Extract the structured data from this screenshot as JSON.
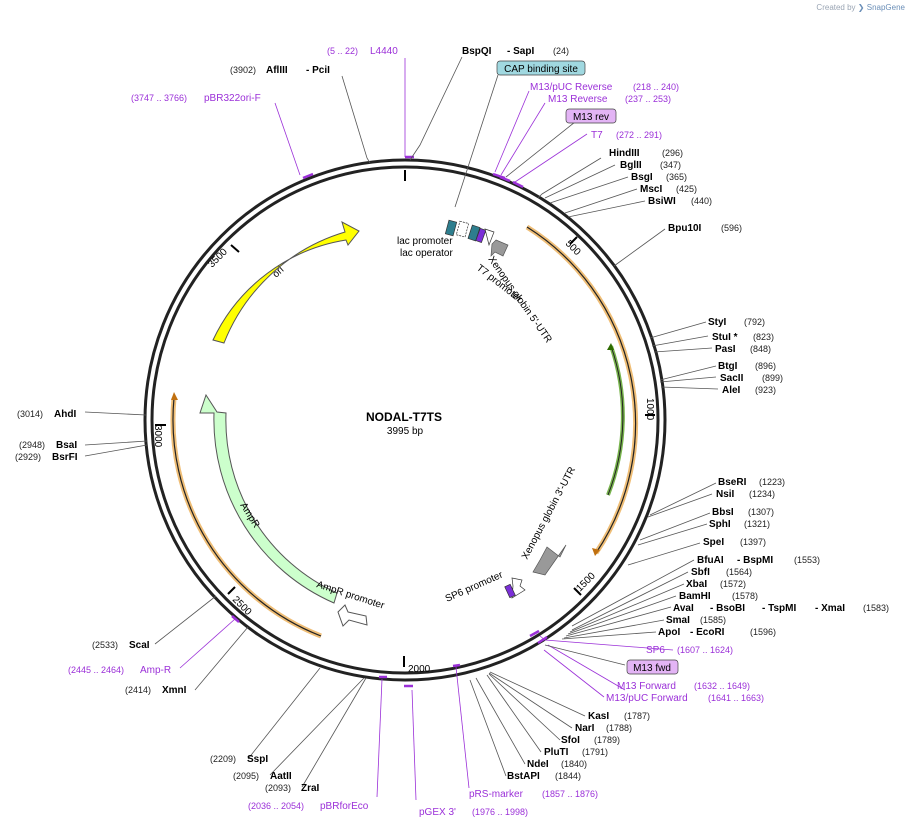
{
  "credit": {
    "prefix": "Created by",
    "brand": "SnapGene"
  },
  "plasmid": {
    "name": "NODAL-T7TS",
    "size": "3995 bp"
  },
  "ticks": [
    "500",
    "1000",
    "1500",
    "2000",
    "2500",
    "3000",
    "3500"
  ],
  "features": {
    "ori": "ori",
    "ampr": "AmpR",
    "ampr_promoter": "AmpR promoter",
    "lac_promoter": "lac promoter",
    "lac_operator": "lac operator",
    "t7_promoter": "T7 promoter",
    "xen5": "Xenopus globin 5'-UTR",
    "xen3": "Xenopus globin 3'-UTR",
    "sp6_promoter": "SP6 promoter"
  },
  "boxes": {
    "cap": "CAP binding site",
    "m13rev": "M13 rev",
    "m13fwd": "M13 fwd"
  },
  "enzymes": {
    "afliii": {
      "name": "AflIII",
      "name2": "PciI",
      "pos": "(3902)"
    },
    "bspqi": {
      "name": "BspQI",
      "name2": "SapI",
      "pos": "(24)"
    },
    "hindiii": {
      "name": "HindIII",
      "pos": "(296)"
    },
    "bglii": {
      "name": "BglII",
      "pos": "(347)"
    },
    "bsgi": {
      "name": "BsgI",
      "pos": "(365)"
    },
    "msci": {
      "name": "MscI",
      "pos": "(425)"
    },
    "bsiwi": {
      "name": "BsiWI",
      "pos": "(440)"
    },
    "bpu10i": {
      "name": "Bpu10I",
      "pos": "(596)"
    },
    "styi": {
      "name": "StyI",
      "pos": "(792)"
    },
    "stui": {
      "name": "StuI *",
      "pos": "(823)"
    },
    "pasi": {
      "name": "PasI",
      "pos": "(848)"
    },
    "btgi": {
      "name": "BtgI",
      "pos": "(896)"
    },
    "sacii": {
      "name": "SacII",
      "pos": "(899)"
    },
    "alei": {
      "name": "AleI",
      "pos": "(923)"
    },
    "bseri": {
      "name": "BseRI",
      "pos": "(1223)"
    },
    "nsii": {
      "name": "NsiI",
      "pos": "(1234)"
    },
    "bbsi": {
      "name": "BbsI",
      "pos": "(1307)"
    },
    "sphi": {
      "name": "SphI",
      "pos": "(1321)"
    },
    "spei": {
      "name": "SpeI",
      "pos": "(1397)"
    },
    "bfuai": {
      "name": "BfuAI",
      "name2": "BspMI",
      "pos": "(1553)"
    },
    "sbfi": {
      "name": "SbfI",
      "pos": "(1564)"
    },
    "xbai": {
      "name": "XbaI",
      "pos": "(1572)"
    },
    "bamhi": {
      "name": "BamHI",
      "pos": "(1578)"
    },
    "avai": {
      "name": "AvaI",
      "name2": "BsoBI",
      "name3": "TspMI",
      "name4": "XmaI",
      "pos": "(1583)"
    },
    "smai": {
      "name": "SmaI",
      "pos": "(1585)"
    },
    "apoi": {
      "name": "ApoI",
      "name2": "EcoRI",
      "pos": "(1596)"
    },
    "kasi": {
      "name": "KasI",
      "pos": "(1787)"
    },
    "nari": {
      "name": "NarI",
      "pos": "(1788)"
    },
    "sfoi": {
      "name": "SfoI",
      "pos": "(1789)"
    },
    "pluti": {
      "name": "PluTI",
      "pos": "(1791)"
    },
    "ndei": {
      "name": "NdeI",
      "pos": "(1840)"
    },
    "bstapi": {
      "name": "BstAPI",
      "pos": "(1844)"
    },
    "zrai": {
      "name": "ZraI",
      "pos": "(2093)"
    },
    "aatii": {
      "name": "AatII",
      "pos": "(2095)"
    },
    "sspi": {
      "name": "SspI",
      "pos": "(2209)"
    },
    "xmni": {
      "name": "XmnI",
      "pos": "(2414)"
    },
    "scai": {
      "name": "ScaI",
      "pos": "(2533)"
    },
    "bsrfi": {
      "name": "BsrFI",
      "pos": "(2929)"
    },
    "bsai": {
      "name": "BsaI",
      "pos": "(2948)"
    },
    "ahdi": {
      "name": "AhdI",
      "pos": "(3014)"
    }
  },
  "primers": {
    "l4440": {
      "name": "L4440",
      "pos": "(5 .. 22)"
    },
    "pbr322": {
      "name": "pBR322ori-F",
      "pos": "(3747 .. 3766)"
    },
    "m13puc_rev": {
      "name": "M13/pUC Reverse",
      "pos": "(218 .. 240)"
    },
    "m13_rev": {
      "name": "M13 Reverse",
      "pos": "(237 .. 253)"
    },
    "t7": {
      "name": "T7",
      "pos": "(272 .. 291)"
    },
    "sp6": {
      "name": "SP6",
      "pos": "(1607 .. 1624)"
    },
    "m13_fwd": {
      "name": "M13 Forward",
      "pos": "(1632 .. 1649)"
    },
    "m13puc_fwd": {
      "name": "M13/pUC Forward",
      "pos": "(1641 .. 1663)"
    },
    "prs": {
      "name": "pRS-marker",
      "pos": "(1857 .. 1876)"
    },
    "pgex": {
      "name": "pGEX 3'",
      "pos": "(1976 .. 1998)"
    },
    "pbrforeco": {
      "name": "pBRforEco",
      "pos": "(2036 .. 2054)"
    },
    "ampr_p": {
      "name": "Amp-R",
      "pos": "(2445 .. 2464)"
    }
  },
  "colors": {
    "backbone": "#222222",
    "ori": "#ffff00",
    "ampr": "#ccffcc",
    "orange": "#e8a33d",
    "green_orf": "#4a9a10",
    "primer": "#9b30d8",
    "cap_box": "#a0d8e0",
    "purple_box": "#e3b4f5",
    "utr": "#999999"
  }
}
